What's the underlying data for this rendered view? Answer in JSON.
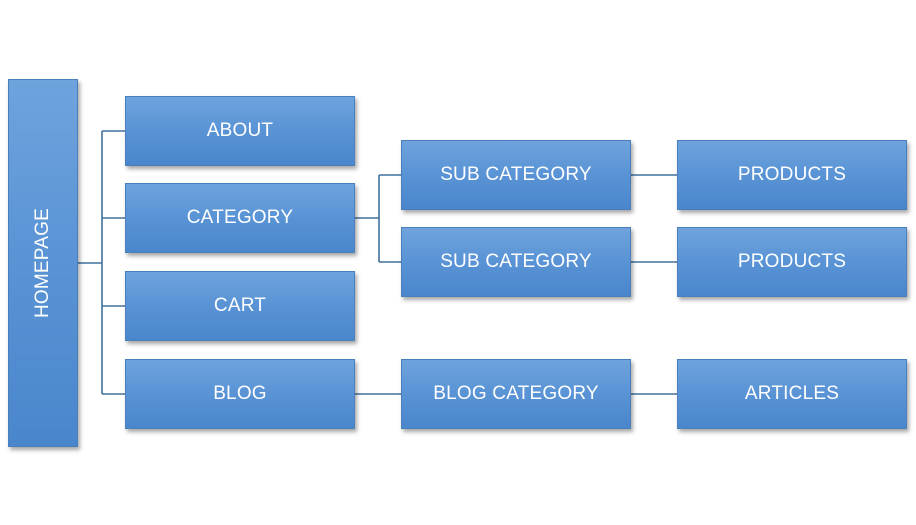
{
  "diagram": {
    "root": {
      "label": "HOMEPAGE"
    },
    "level1": {
      "about": "ABOUT",
      "category": "CATEGORY",
      "cart": "CART",
      "blog": "BLOG"
    },
    "level2": {
      "sub_category_1": "SUB CATEGORY",
      "sub_category_2": "SUB CATEGORY",
      "blog_category": "BLOG CATEGORY"
    },
    "level3": {
      "products_1": "PRODUCTS",
      "products_2": "PRODUCTS",
      "articles": "ARTICLES"
    },
    "edges": [
      [
        "HOMEPAGE",
        "ABOUT"
      ],
      [
        "HOMEPAGE",
        "CATEGORY"
      ],
      [
        "HOMEPAGE",
        "CART"
      ],
      [
        "HOMEPAGE",
        "BLOG"
      ],
      [
        "CATEGORY",
        "SUB CATEGORY"
      ],
      [
        "CATEGORY",
        "SUB CATEGORY"
      ],
      [
        "SUB CATEGORY",
        "PRODUCTS"
      ],
      [
        "SUB CATEGORY",
        "PRODUCTS"
      ],
      [
        "BLOG",
        "BLOG CATEGORY"
      ],
      [
        "BLOG CATEGORY",
        "ARTICLES"
      ]
    ],
    "colors": {
      "node_fill": "#5b95d6",
      "node_border": "#4a7fbe",
      "connector": "#41719c",
      "text": "#ffffff"
    }
  }
}
